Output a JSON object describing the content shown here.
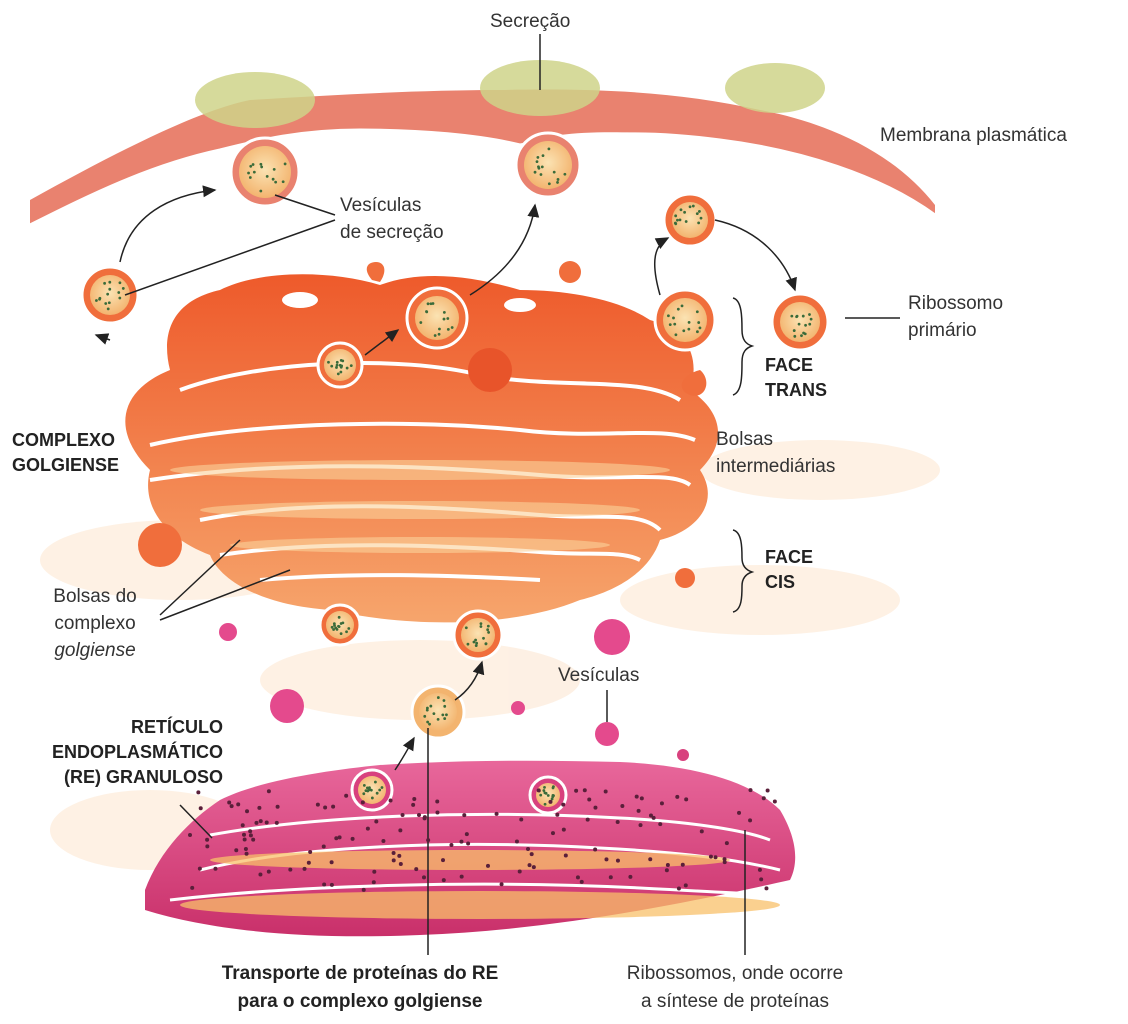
{
  "colors": {
    "membrane": "#e9826f",
    "golgi": "#f06e3c",
    "golgi_light": "#f5a26f",
    "lumen": "#fbd29a",
    "reticulum": "#d8417e",
    "vesicle_interior": "#f8d6a0",
    "granule": "#3a6b3a",
    "secretion": "#cfd48a"
  },
  "labels": {
    "secrecao": "Secreção",
    "membrana_plasmatica": "Membrana plasmática",
    "vesiculas_secrecao_1": "Vesículas",
    "vesiculas_secrecao_2": "de secreção",
    "ribossomo_primario_1": "Ribossomo",
    "ribossomo_primario_2": "primário",
    "face_trans_1": "FACE",
    "face_trans_2": "TRANS",
    "complexo_golgiense_1": "COMPLEXO",
    "complexo_golgiense_2": "GOLGIENSE",
    "bolsas_intermediarias_1": "Bolsas",
    "bolsas_intermediarias_2": "intermediárias",
    "face_cis_1": "FACE",
    "face_cis_2": "CIS",
    "bolsas_complexo_1": "Bolsas do",
    "bolsas_complexo_2": "complexo",
    "bolsas_complexo_3": "golgiense",
    "vesiculas": "Vesículas",
    "reticulo_1": "RETÍCULO",
    "reticulo_2": "ENDOPLASMÁTICO",
    "reticulo_3": "(RE) GRANULOSO",
    "transporte_1": "Transporte de proteínas do RE",
    "transporte_2": "para o complexo golgiense",
    "ribossomos_1": "Ribossomos, onde ocorre",
    "ribossomos_2": "a síntese de proteínas"
  }
}
